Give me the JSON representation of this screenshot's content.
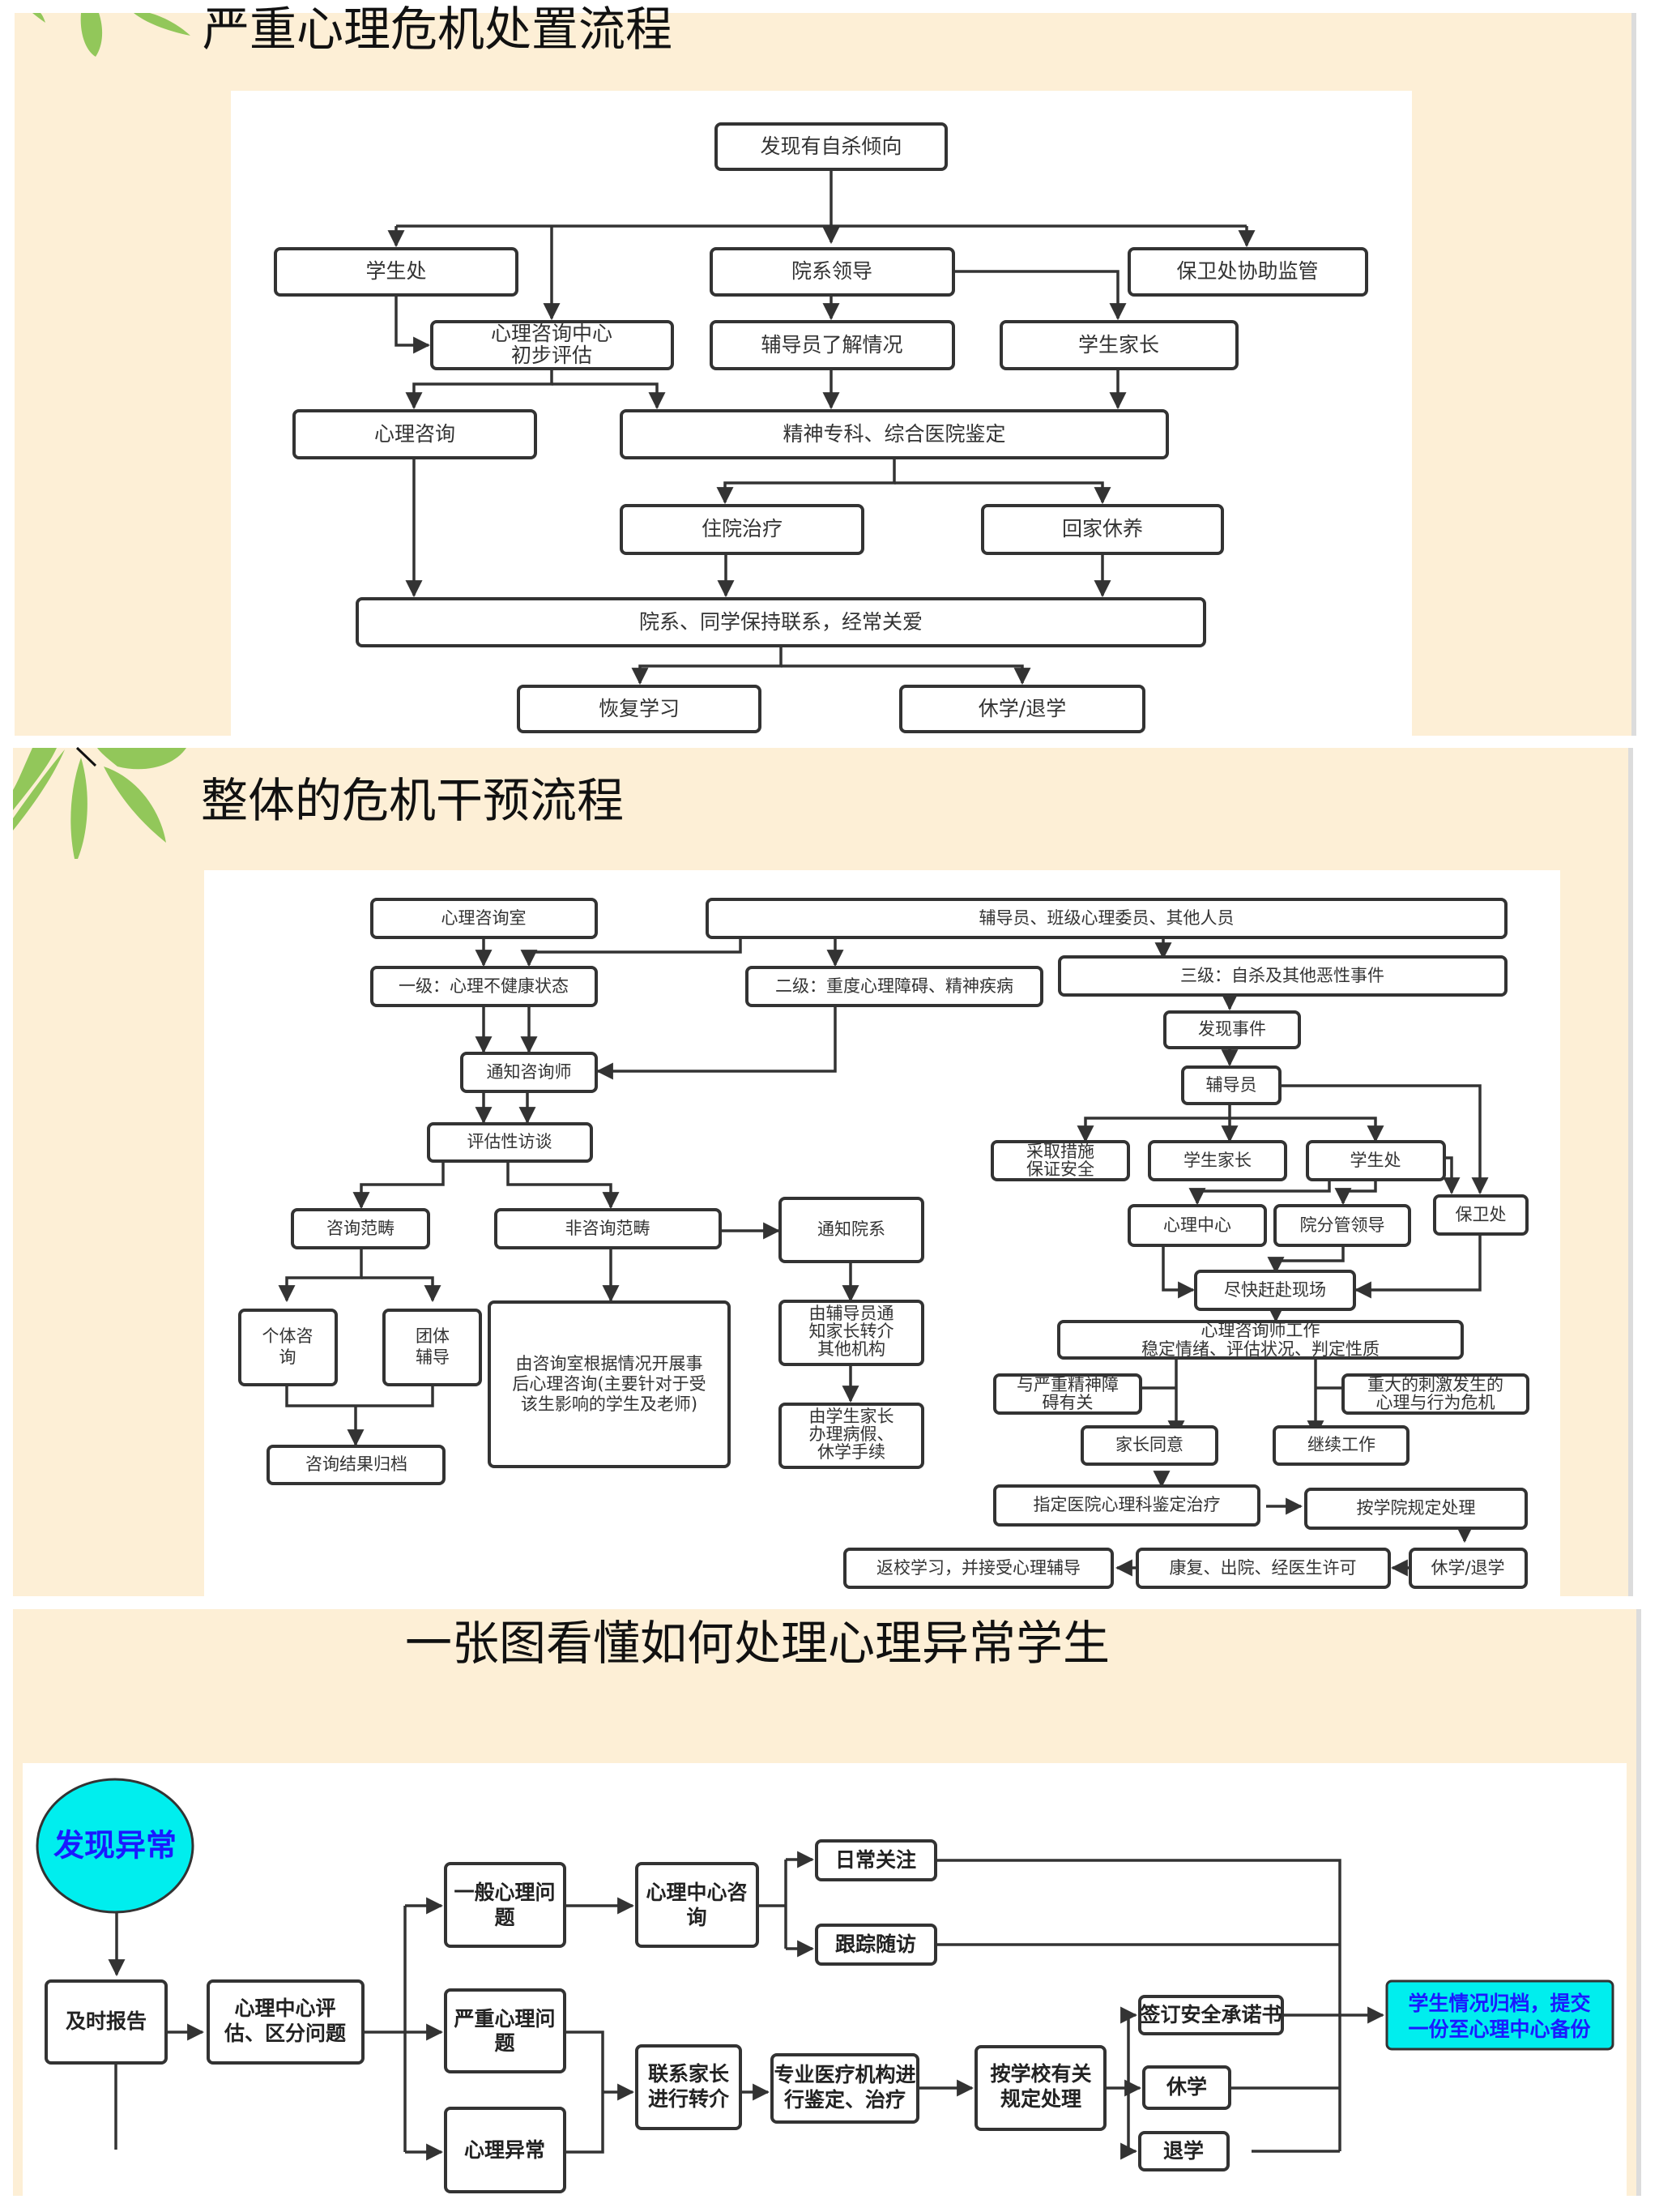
{
  "colors": {
    "panel_bg": "#fdefd6",
    "leaf": "#92c75a",
    "box_stroke": "#333333",
    "highlight_fill": "#00eeee",
    "highlight_text": "#1a1aff"
  },
  "panels": [
    {
      "title": "严重心理危机处置流程",
      "nodes": {
        "n1": "发现有自杀倾向",
        "n2": "学生处",
        "n3": "院系领导",
        "n4": "保卫处协助监管",
        "n5a": "心理咨询中心",
        "n5b": "初步评估",
        "n6": "辅导员了解情况",
        "n7": "学生家长",
        "n8": "心理咨询",
        "n9": "精神专科、综合医院鉴定",
        "n10": "住院治疗",
        "n11": "回家休养",
        "n12": "院系、同学保持联系，经常关爱",
        "n13": "恢复学习",
        "n14": "休学/退学"
      }
    },
    {
      "title": "整体的危机干预流程",
      "nodes": {
        "a1": "心理咨询室",
        "a2": "辅导员、班级心理委员、其他人员",
        "a3": "一级：心理不健康状态",
        "a4": "二级：重度心理障碍、精神疾病",
        "a5": "三级：自杀及其他恶性事件",
        "a6": "通知咨询师",
        "a7": "评估性访谈",
        "a8": "咨询范畴",
        "a9": "非咨询范畴",
        "a10": "通知院系",
        "a11a": "个体咨",
        "a11b": "询",
        "a12a": "团体",
        "a12b": "辅导",
        "a13a": "由咨询室根据情况开展事",
        "a13b": "后心理咨询(主要针对于受",
        "a13c": "该生影响的学生及老师)",
        "a14a": "由辅导员通",
        "a14b": "知家长转介",
        "a14c": "其他机构",
        "a15a": "由学生家长",
        "a15b": "办理病假、",
        "a15c": "休学手续",
        "a16": "咨询结果归档",
        "b1": "发现事件",
        "b2": "辅导员",
        "b3a": "采取措施",
        "b3b": "保证安全",
        "b4": "学生家长",
        "b5": "学生处",
        "b6": "保卫处",
        "b7": "心理中心",
        "b8": "院分管领导",
        "b9": "尽快赶赴现场",
        "b10a": "心理咨询师工作",
        "b10b": "稳定情绪、评估状况、判定性质",
        "b11a": "与严重精神障",
        "b11b": "碍有关",
        "b12a": "重大的刺激发生的",
        "b12b": "心理与行为危机",
        "b13": "家长同意",
        "b14": "继续工作",
        "b15": "指定医院心理科鉴定治疗",
        "b16": "按学院规定处理",
        "b17": "休学/退学",
        "b18": "康复、出院、经医生许可",
        "b19": "返校学习，并接受心理辅导"
      }
    },
    {
      "title": "一张图看懂如何处理心理异常学生",
      "nodes": {
        "c1": "发现异常",
        "c2": "及时报告",
        "c3a": "心理中心评",
        "c3b": "估、区分问题",
        "c4a": "一般心理问",
        "c4b": "题",
        "c5a": "严重心理问",
        "c5b": "题",
        "c6": "心理异常",
        "c7a": "心理中心咨",
        "c7b": "询",
        "c8": "日常关注",
        "c9": "跟踪随访",
        "c10a": "联系家长",
        "c10b": "进行转介",
        "c11a": "专业医疗机构进",
        "c11b": "行鉴定、治疗",
        "c12a": "按学校有关",
        "c12b": "规定处理",
        "c13": "签订安全承诺书",
        "c14": "休学",
        "c15": "退学",
        "c16a": "学生情况归档，提交",
        "c16b": "一份至心理中心备份"
      }
    }
  ]
}
